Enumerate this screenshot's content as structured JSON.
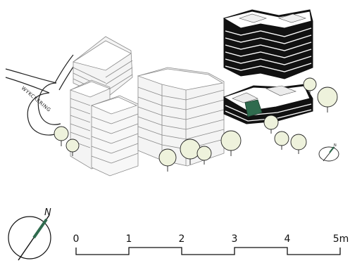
{
  "street_label": "WYKCKERING",
  "north_label": "N",
  "small_north_label": "N",
  "scale_labels": [
    "0",
    "1",
    "2",
    "3",
    "4",
    "5m"
  ],
  "colors": {
    "highlight": "#2f6b4e",
    "tree_fill": "#eef2dc",
    "dark_building": "#111111",
    "light_building_stroke": "#8a8a8a"
  },
  "icons": {
    "north_arrow": "compass-north-arrow-icon",
    "small_north_arrow": "small-compass-icon"
  }
}
